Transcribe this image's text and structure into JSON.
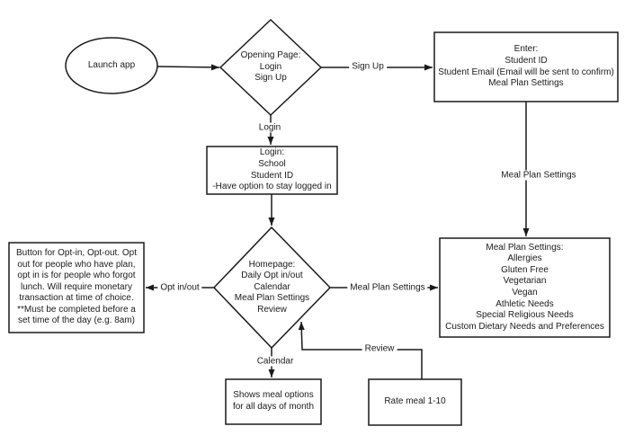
{
  "nodes": {
    "launch_app": {
      "label": "Launch app"
    },
    "opening_page": {
      "label": "Opening Page:\nLogin\nSign Up"
    },
    "enter": {
      "label": "Enter:\nStudent ID\nStudent Email (Email will be sent to confirm)\nMeal Plan Settings"
    },
    "login_form": {
      "label": "Login:\nSchool\nStudent ID\n-Have option to stay logged in"
    },
    "homepage": {
      "label": "Homepage:\nDaily Opt in/out\nCalendar\nMeal Plan Settings\nReview"
    },
    "opt_note": {
      "label": "Button for Opt-in, Opt-out. Opt\nout for people who have plan,\nopt in is for people who forgot\nlunch. Will require monetary\ntransaction at time of choice.\n**Must be completed before a\nset time of the day (e.g. 8am)"
    },
    "meal_settings": {
      "label": "Meal Plan Settings:\nAllergies\nGluten Free\nVegetarian\nVegan\nAthletic Needs\nSpecial Religious Needs\nCustom Dietary Needs and Preferences"
    },
    "calendar_view": {
      "label": "Shows meal options\nfor all days of month"
    },
    "rate_meal": {
      "label": "Rate meal 1-10"
    }
  },
  "edge_labels": {
    "sign_up": "Sign Up",
    "login": "Login",
    "meal_plan_settings_down": "Meal Plan Settings",
    "opt_in_out": "Opt in/out",
    "meal_plan_settings_right": "Meal Plan Settings",
    "calendar": "Calendar",
    "review": "Review"
  },
  "colors": {
    "stroke": "#1a1a1a",
    "background": "#ffffff",
    "text": "#1a1a1a"
  }
}
